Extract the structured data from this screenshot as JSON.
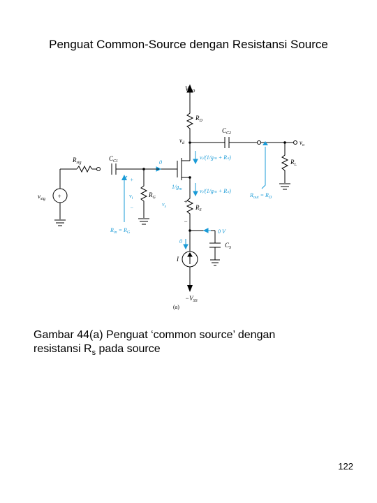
{
  "title": "Penguat Common-Source dengan Resistansi Source",
  "caption": {
    "line1": "Gambar 44(a) Penguat ‘common source’ dengan",
    "line2_pre": "resistansi R",
    "line2_sub": "s",
    "line2_post": " pada source"
  },
  "page_number": "122",
  "diagram": {
    "vdd": "V",
    "vdd_sub": "DD",
    "rd": "R",
    "rd_sub": "D",
    "cc2": "C",
    "cc2_sub": "C2",
    "vo": "v",
    "vo_sub": "o",
    "vd": "v",
    "vd_sub": "d",
    "rl": "R",
    "rl_sub": "L",
    "rsig": "R",
    "rsig_sub": "sig",
    "cc1": "C",
    "cc1_sub": "C1",
    "vsig": "v",
    "vsig_sub": "sig",
    "rg": "R",
    "rg_sub": "G",
    "vi": "v",
    "vi_sub": "i",
    "vs": "v",
    "vs_sub": "s",
    "rs": "R",
    "rs_sub": "S",
    "zero_current": "0",
    "zero_volt": "0 V",
    "zero_dc": "0",
    "cs": "C",
    "cs_sub": "S",
    "isrc": "I",
    "vss": "−V",
    "vss_sub": "SS",
    "rin_label": "R",
    "rin_sub": "in",
    "rin_eq": " = R",
    "rin_eq_sub": "G",
    "rout_label": "R",
    "rout_sub": "out",
    "rout_eq": " = R",
    "rout_eq_sub": "D",
    "id_expr": "vᵢ/(1/gₘ + Rₛ)",
    "is_expr": "vᵢ/(1/gₘ + Rₛ)",
    "gm_label": "1/g",
    "gm_sub": "m",
    "plus": "+",
    "minus": "−",
    "fig_label": "(a)"
  }
}
